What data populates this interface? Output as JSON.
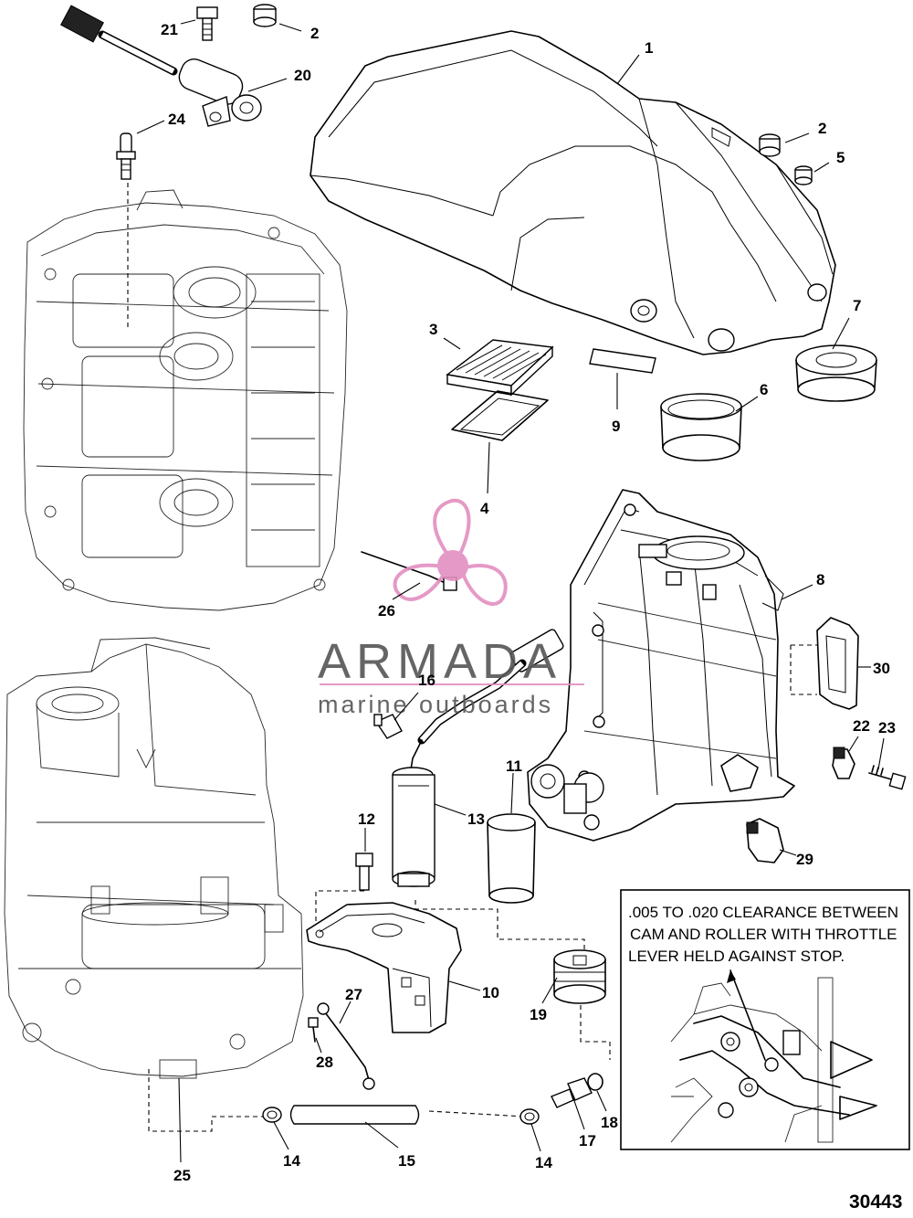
{
  "callouts": [
    {
      "id": "1",
      "text": "1"
    },
    {
      "id": "2a",
      "text": "2"
    },
    {
      "id": "2b",
      "text": "2"
    },
    {
      "id": "3",
      "text": "3"
    },
    {
      "id": "4",
      "text": "4"
    },
    {
      "id": "5",
      "text": "5"
    },
    {
      "id": "6",
      "text": "6"
    },
    {
      "id": "7",
      "text": "7"
    },
    {
      "id": "8",
      "text": "8"
    },
    {
      "id": "9",
      "text": "9"
    },
    {
      "id": "10",
      "text": "10"
    },
    {
      "id": "11",
      "text": "11"
    },
    {
      "id": "12",
      "text": "12"
    },
    {
      "id": "13",
      "text": "13"
    },
    {
      "id": "14a",
      "text": "14"
    },
    {
      "id": "14b",
      "text": "14"
    },
    {
      "id": "15",
      "text": "15"
    },
    {
      "id": "16",
      "text": "16"
    },
    {
      "id": "17",
      "text": "17"
    },
    {
      "id": "18",
      "text": "18"
    },
    {
      "id": "19",
      "text": "19"
    },
    {
      "id": "20",
      "text": "20"
    },
    {
      "id": "21",
      "text": "21"
    },
    {
      "id": "22",
      "text": "22"
    },
    {
      "id": "23",
      "text": "23"
    },
    {
      "id": "24",
      "text": "24"
    },
    {
      "id": "25",
      "text": "25"
    },
    {
      "id": "26",
      "text": "26"
    },
    {
      "id": "27",
      "text": "27"
    },
    {
      "id": "28",
      "text": "28"
    },
    {
      "id": "29",
      "text": "29"
    },
    {
      "id": "30",
      "text": "30"
    }
  ],
  "inset_note": {
    "line1": ".005 TO .020 CLEARANCE BETWEEN",
    "line2": "CAM AND ROLLER WITH THROTTLE",
    "line3": "LEVER HELD AGAINST STOP."
  },
  "watermark": {
    "brand": "ARMADA",
    "tagline": "marine outboards"
  },
  "figure_number": "30443",
  "colors": {
    "line": "#000000",
    "background": "#ffffff",
    "watermark_pink": "#e38fc0",
    "watermark_text": "#555555"
  }
}
